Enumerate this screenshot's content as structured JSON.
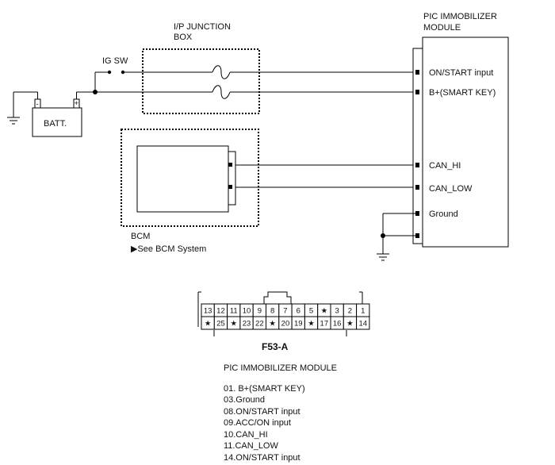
{
  "labels": {
    "junction_box": [
      "I/P JUNCTION",
      "BOX"
    ],
    "ig_sw": "IG SW",
    "battery": "BATT.",
    "module": [
      "PIC IMMOBILIZER",
      "MODULE"
    ],
    "bcm": "BCM",
    "bcm_ref": "▶See BCM System"
  },
  "module_pins": [
    {
      "label": "ON/START input"
    },
    {
      "label": "B+(SMART KEY)"
    },
    {
      "label": "CAN_HI"
    },
    {
      "label": "CAN_LOW"
    },
    {
      "label": "Ground"
    }
  ],
  "connector": {
    "id": "F53-A",
    "row_top": [
      "13",
      "12",
      "11",
      "10",
      "9",
      "8",
      "7",
      "6",
      "5",
      "★",
      "3",
      "2",
      "1"
    ],
    "row_bottom": [
      "★",
      "25",
      "★",
      "23",
      "22",
      "★",
      "20",
      "19",
      "★",
      "17",
      "16",
      "★",
      "14"
    ]
  },
  "pin_list": {
    "title": "PIC IMMOBILIZER MODULE",
    "items": [
      "01. B+(SMART KEY)",
      "03.Ground",
      "08.ON/START input",
      "09.ACC/ON input",
      "10.CAN_HI",
      "11.CAN_LOW",
      "14.ON/START input"
    ]
  }
}
